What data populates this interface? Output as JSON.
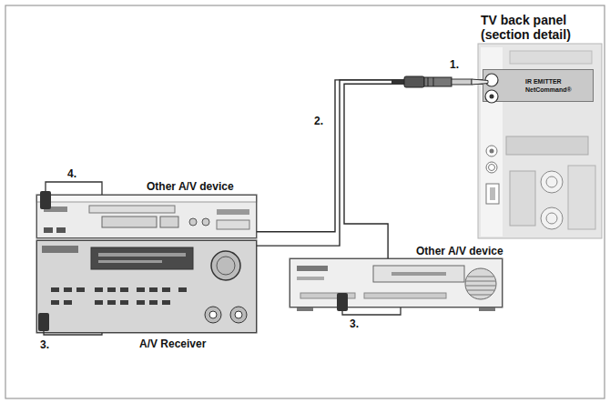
{
  "diagram": {
    "nodes": [
      {
        "text": [
          "TV back panel (section detail)"
        ]
      },
      {
        "text": [
          "IR EMITTER NetCommand®"
        ],
        "in": 0
      },
      {
        "text": [
          "Other A/V device"
        ]
      },
      {
        "text": [
          "A/V Receiver"
        ]
      },
      {
        "text": [
          "Other A/V device"
        ]
      }
    ],
    "edges": [
      {
        "from": 1,
        "to": 2,
        "arrow": "none"
      },
      {
        "from": 1,
        "to": 3,
        "arrow": "none"
      },
      {
        "from": 1,
        "to": 4,
        "arrow": "none"
      }
    ],
    "labels": [
      "1.",
      "2.",
      "4.",
      "3.",
      "3."
    ]
  }
}
